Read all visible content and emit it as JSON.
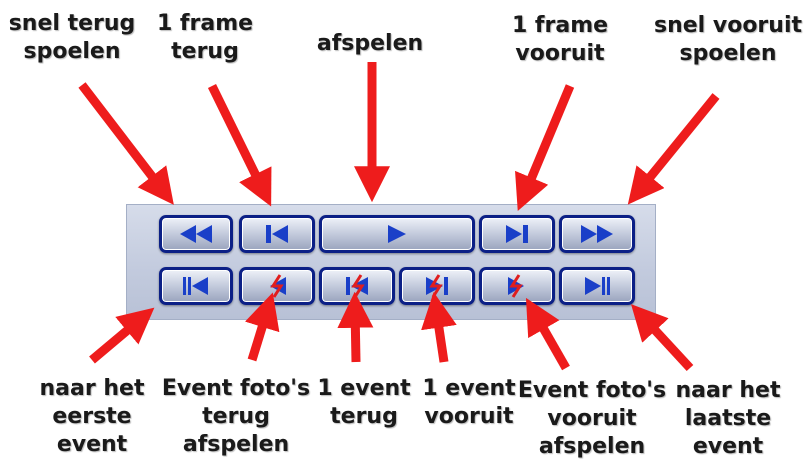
{
  "labels": {
    "rewind": [
      "snel terug",
      "spoelen"
    ],
    "frame_back": [
      "1 frame",
      "terug"
    ],
    "play": [
      "afspelen"
    ],
    "frame_forward": [
      "1 frame",
      "vooruit"
    ],
    "fast_forward": [
      "snel vooruit",
      "spoelen"
    ],
    "first_event": [
      "naar het",
      "eerste",
      "event"
    ],
    "event_photos_back": [
      "Event foto's",
      "terug",
      "afspelen"
    ],
    "event_back": [
      "1 event",
      "terug"
    ],
    "event_forward": [
      "1 event",
      "vooruit"
    ],
    "event_photos_forward": [
      "Event foto's",
      "vooruit",
      "afspelen"
    ],
    "last_event": [
      "naar het",
      "laatste",
      "event"
    ]
  },
  "colors": {
    "arrow": "#ee1c1c",
    "button_border": "#0b1f86",
    "icon_blue": "#1a3fc8",
    "icon_red": "#e01e1e"
  },
  "icons": {
    "top_row": [
      "rewind-icon",
      "step-back-icon",
      "play-icon",
      "step-forward-icon",
      "fast-forward-icon"
    ],
    "bottom_row": [
      "skip-first-icon",
      "event-photos-back-icon",
      "event-back-icon",
      "event-forward-icon",
      "event-photos-forward-icon",
      "skip-last-icon"
    ]
  }
}
